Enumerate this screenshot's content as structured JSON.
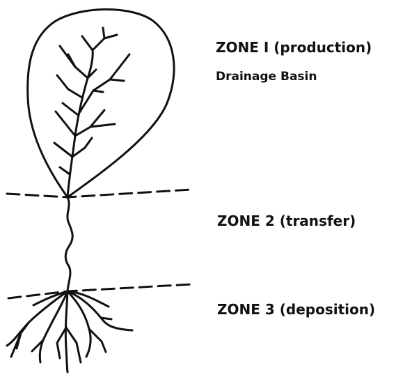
{
  "zones": [
    {
      "title": "ZONE I  (production)",
      "subtitle": "Drainage Basin"
    },
    {
      "title": "ZONE 2  (transfer)"
    },
    {
      "title": "ZONE 3  (deposition)"
    }
  ],
  "colors": {
    "ink": "#111111",
    "background": "#ffffff"
  }
}
